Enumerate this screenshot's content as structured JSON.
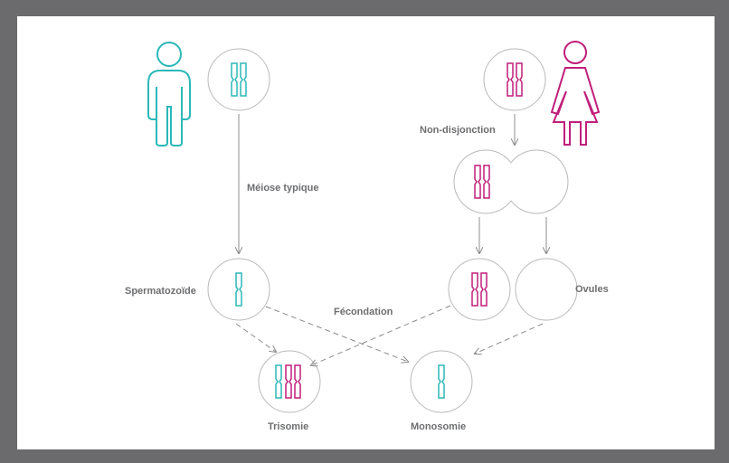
{
  "labels": {
    "typical_meiosis": "Méiose typique",
    "nondisjunction": "Non-disjonction",
    "sperm": "Spermatozoïde",
    "fertilization": "Fécondation",
    "eggs": "Ovules",
    "trisomy": "Trisomie",
    "monosomy": "Monosomie"
  },
  "colors": {
    "male": "#2bb8b8",
    "female": "#c01f7a",
    "line": "#8c8c8e",
    "cell": "#b9b9bb",
    "frame": "#6b6b6d",
    "text": "#6d6e70"
  }
}
